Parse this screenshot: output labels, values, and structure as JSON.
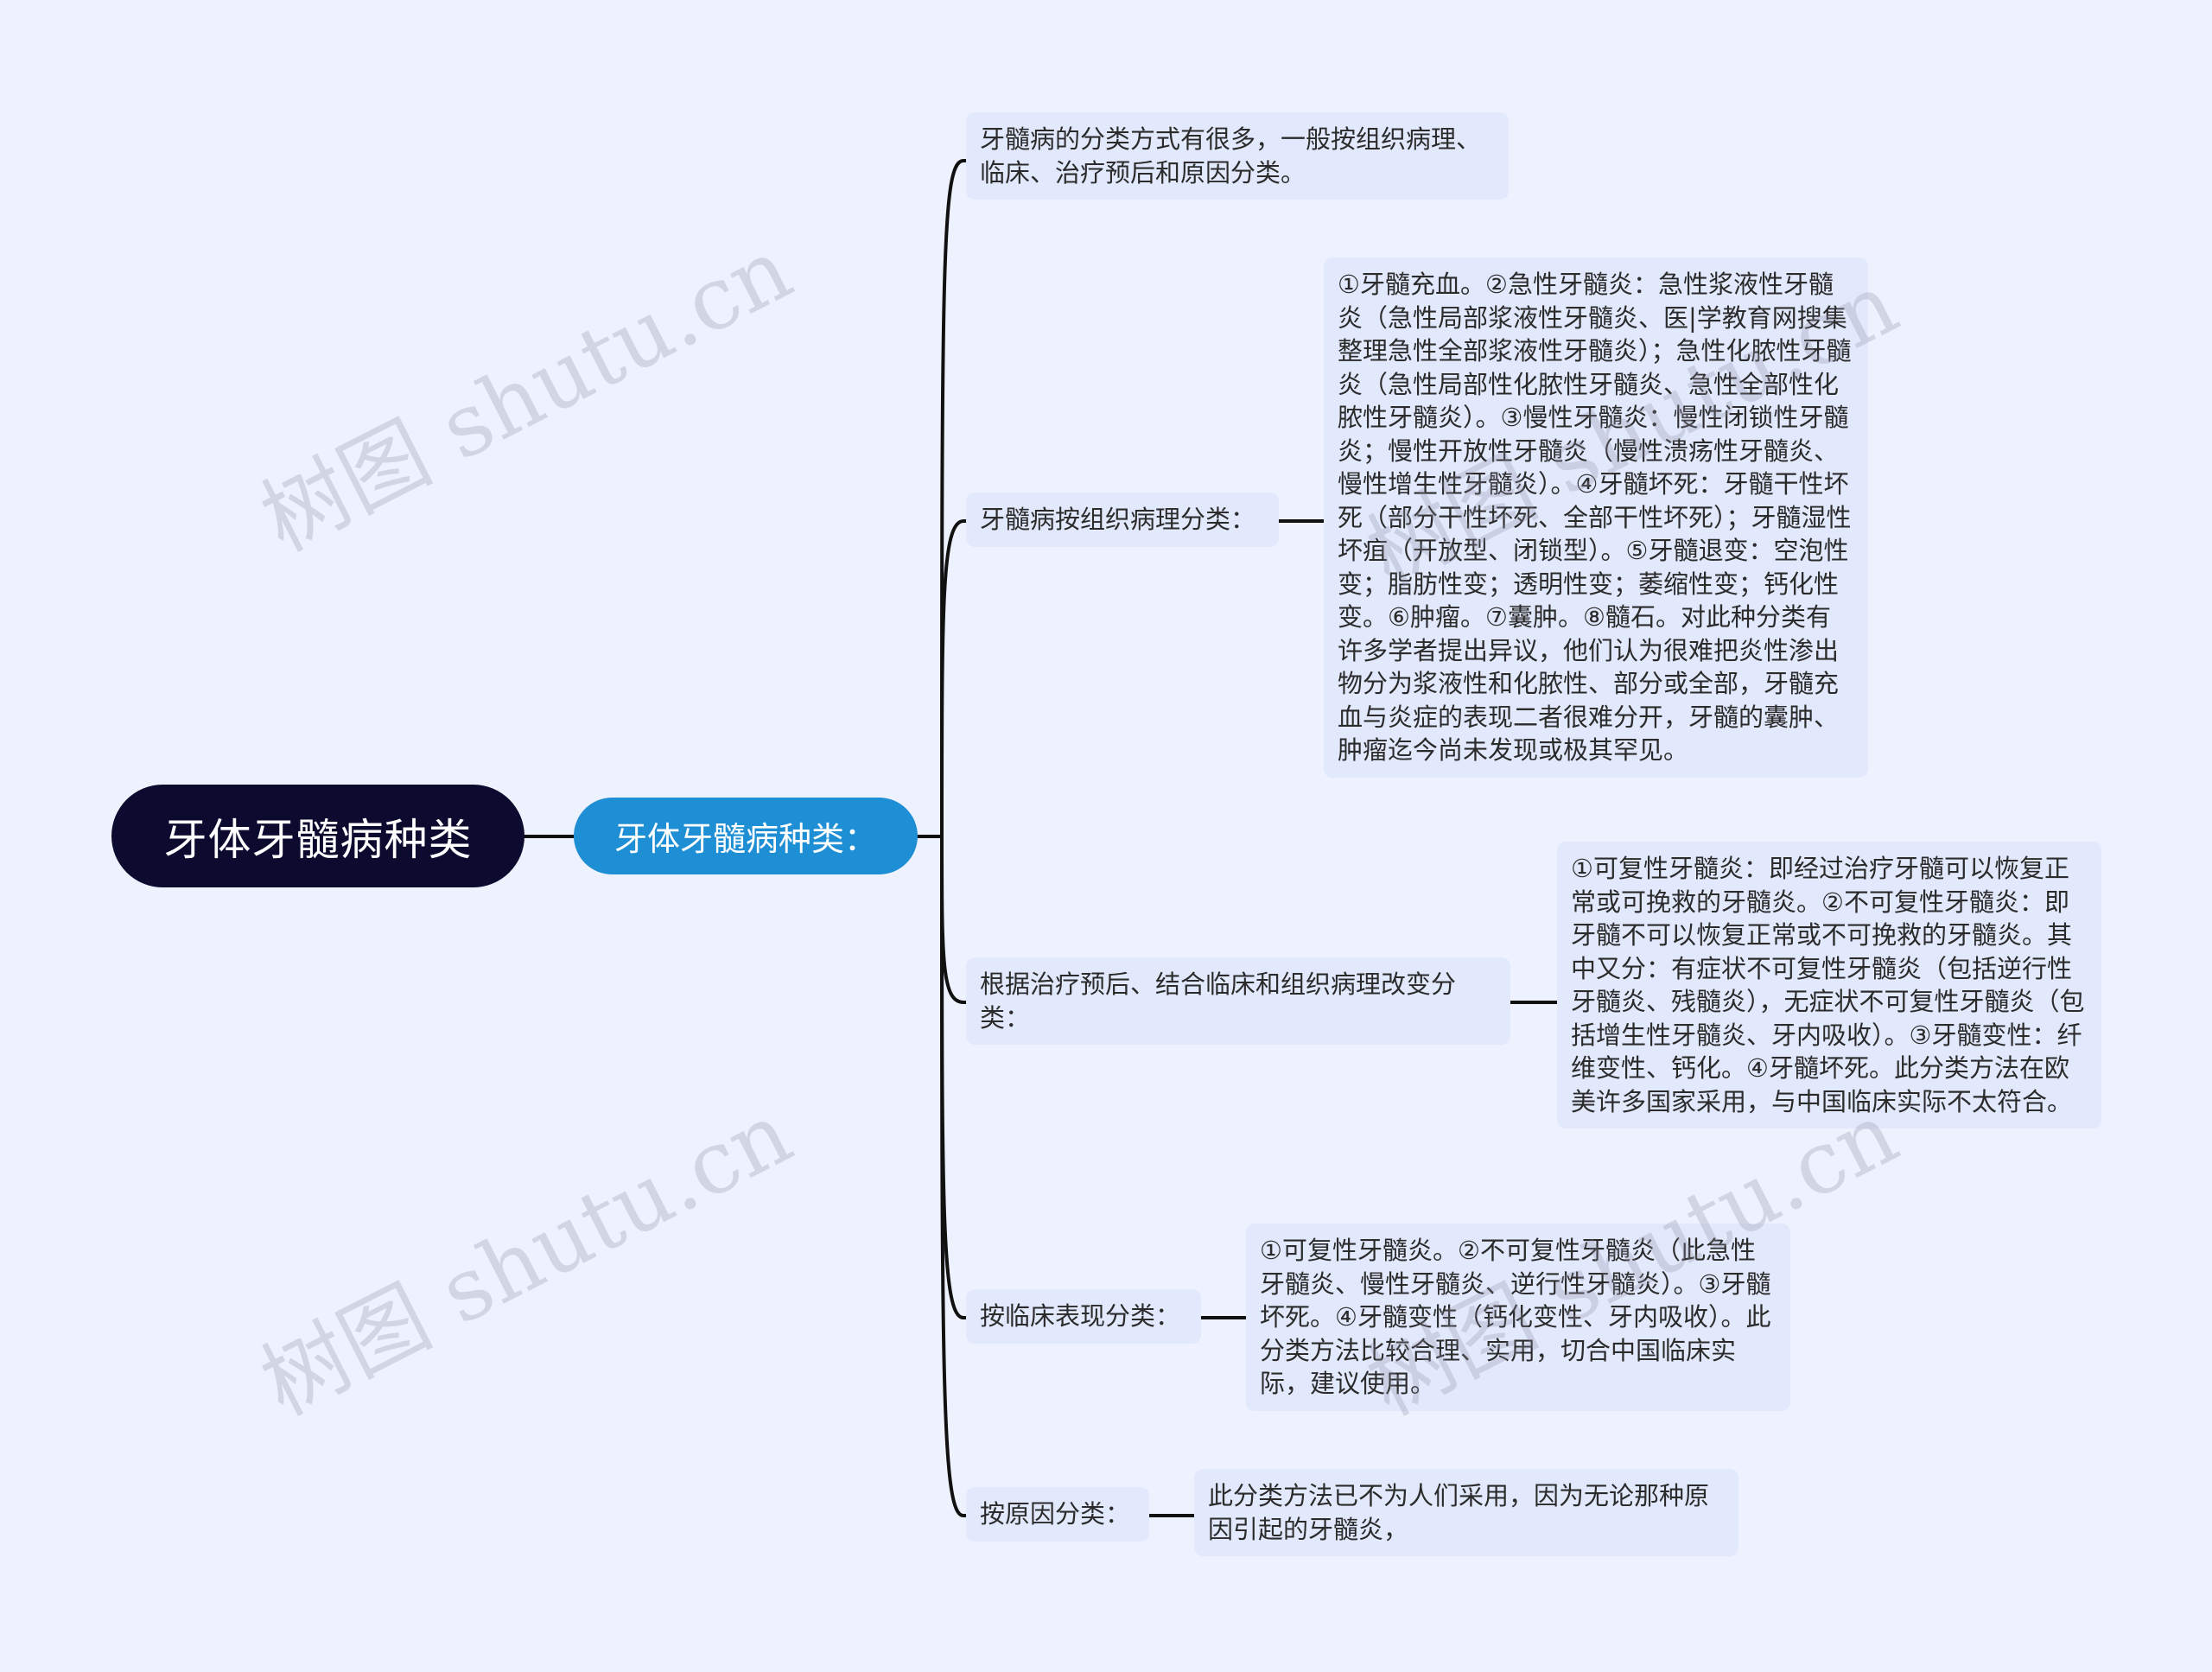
{
  "root": {
    "label": "牙体牙髓病种类"
  },
  "main": {
    "label": "牙体牙髓病种类："
  },
  "branches": [
    {
      "label": "牙髓病的分类方式有很多，一般按组织病理、临床、治疗预后和原因分类。"
    },
    {
      "label": "牙髓病按组织病理分类：",
      "detail": "①牙髓充血。②急性牙髓炎：急性浆液性牙髓炎（急性局部浆液性牙髓炎、医|学教育网搜集整理急性全部浆液性牙髓炎）；急性化脓性牙髓炎（急性局部性化脓性牙髓炎、急性全部性化脓性牙髓炎）。③慢性牙髓炎：慢性闭锁性牙髓炎；慢性开放性牙髓炎（慢性溃疡性牙髓炎、慢性增生性牙髓炎）。④牙髓坏死：牙髓干性坏死（部分干性坏死、全部干性坏死）；牙髓湿性坏疽（开放型、闭锁型）。⑤牙髓退变：空泡性变；脂肪性变；透明性变；萎缩性变；钙化性变。⑥肿瘤。⑦囊肿。⑧髓石。对此种分类有许多学者提出异议，他们认为很难把炎性渗出物分为浆液性和化脓性、部分或全部，牙髓充血与炎症的表现二者很难分开，牙髓的囊肿、肿瘤迄今尚未发现或极其罕见。"
    },
    {
      "label": "根据治疗预后、结合临床和组织病理改变分类：",
      "detail": "①可复性牙髓炎：即经过治疗牙髓可以恢复正常或可挽救的牙髓炎。②不可复性牙髓炎：即牙髓不可以恢复正常或不可挽救的牙髓炎。其中又分：有症状不可复性牙髓炎（包括逆行性牙髓炎、残髓炎），无症状不可复性牙髓炎（包括增生性牙髓炎、牙内吸收）。③牙髓变性：纤维变性、钙化。④牙髓坏死。此分类方法在欧美许多国家采用，与中国临床实际不太符合。"
    },
    {
      "label": "按临床表现分类：",
      "detail": "①可复性牙髓炎。②不可复性牙髓炎（此急性牙髓炎、慢性牙髓炎、逆行性牙髓炎）。③牙髓坏死。④牙髓变性（钙化变性、牙内吸收）。此分类方法比较合理、实用，切合中国临床实际，建议使用。"
    },
    {
      "label": "按原因分类：",
      "detail": "此分类方法已不为人们采用，因为无论那种原因引起的牙髓炎，"
    }
  ],
  "watermark": {
    "text": "树图 shutu.cn"
  },
  "colors": {
    "background": "#eef2fe",
    "root": "#0c0a2e",
    "main": "#1e8fd4",
    "node": "#e2e9fd",
    "line": "#111111"
  }
}
